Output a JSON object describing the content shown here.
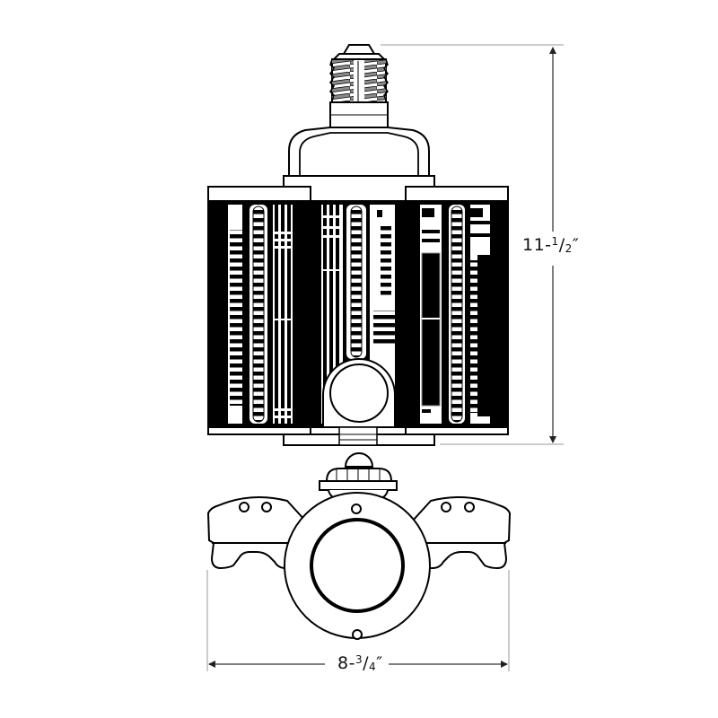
{
  "diagram": {
    "type": "product dimension drawing",
    "subject": "LED corn bulb with adjustable fan panels",
    "views": [
      "front-elevation",
      "top-plan"
    ],
    "colors": {
      "line": "#000000",
      "fill": "#ffffff",
      "dimension_line": "#555555",
      "extension_line": "#bbbbbb",
      "thread_shade": "#8a8a8a"
    }
  },
  "dimensions": {
    "height": {
      "whole": "11-",
      "num": "1",
      "slash": "/",
      "den": "2",
      "unit": "″",
      "full": "11-1/2″"
    },
    "width": {
      "whole": "8-",
      "num": "3",
      "slash": "/",
      "den": "4",
      "unit": "″",
      "full": "8-3/4″"
    }
  }
}
